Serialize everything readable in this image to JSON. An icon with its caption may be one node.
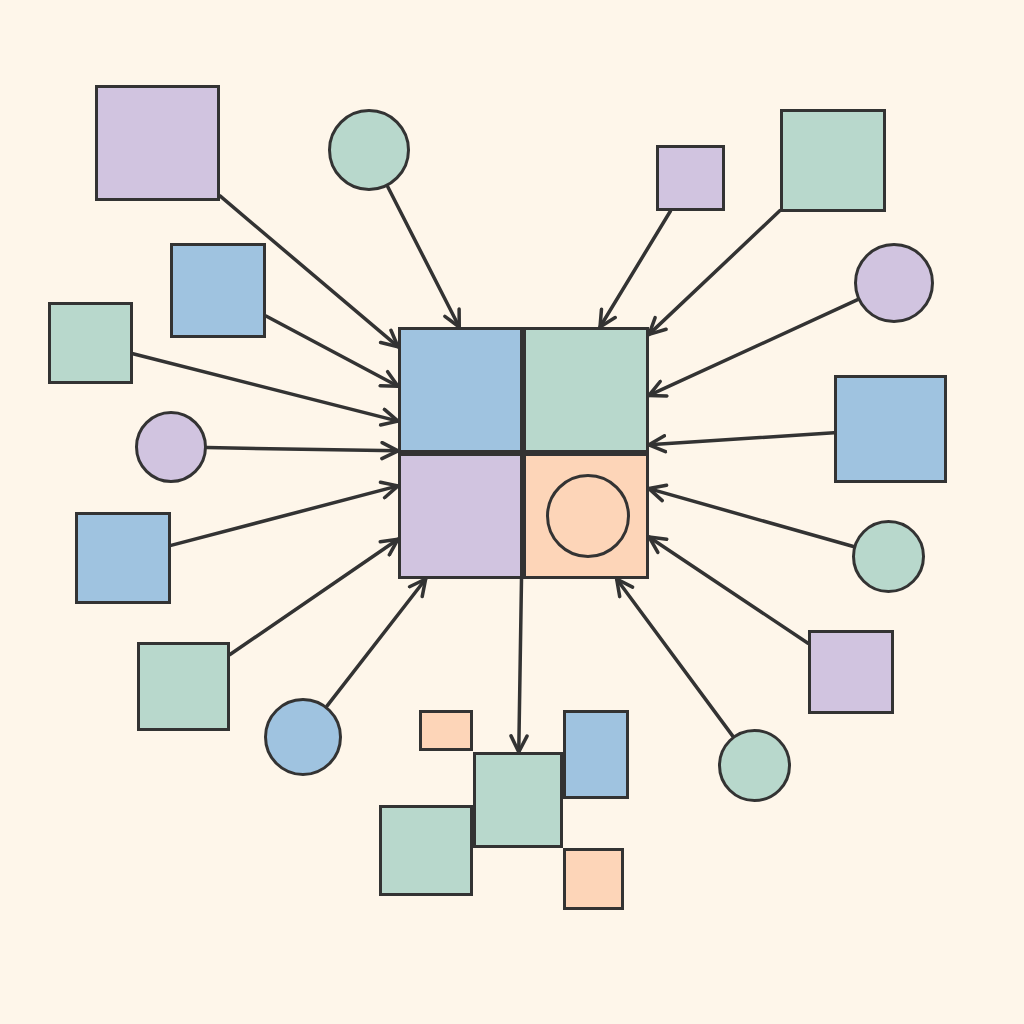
{
  "diagram": {
    "nodes": [
      {
        "text": [],
        "shape": "box"
      },
      {
        "text": [],
        "shape": "circle"
      },
      {
        "text": [],
        "shape": "box"
      },
      {
        "text": [],
        "shape": "box"
      },
      {
        "text": [],
        "shape": "box"
      },
      {
        "text": [],
        "shape": "circle"
      },
      {
        "text": [],
        "shape": "box"
      },
      {
        "text": [],
        "shape": "box"
      },
      {
        "text": [],
        "shape": "box",
        "in": 7
      },
      {
        "text": [],
        "shape": "box",
        "in": 7
      },
      {
        "text": [],
        "shape": "box",
        "in": 7
      },
      {
        "text": [],
        "shape": "box",
        "in": 7
      },
      {
        "text": [],
        "shape": "circle",
        "in": 11
      },
      {
        "text": [],
        "shape": "circle"
      },
      {
        "text": [],
        "shape": "box"
      },
      {
        "text": [],
        "shape": "box"
      },
      {
        "text": [],
        "shape": "circle"
      },
      {
        "text": [],
        "shape": "box"
      },
      {
        "text": [],
        "shape": "box"
      },
      {
        "text": [],
        "shape": "circle"
      },
      {
        "text": [],
        "shape": "circle"
      },
      {
        "text": [],
        "shape": "box"
      },
      {
        "text": [],
        "shape": "box"
      },
      {
        "text": [],
        "shape": "box"
      },
      {
        "text": [],
        "shape": "box"
      },
      {
        "text": [],
        "shape": "box"
      }
    ],
    "edges": [
      {
        "from": 0,
        "to": 7,
        "arrow": "to"
      },
      {
        "from": 1,
        "to": 7,
        "arrow": "to"
      },
      {
        "from": 2,
        "to": 7,
        "arrow": "to"
      },
      {
        "from": 3,
        "to": 7,
        "arrow": "to"
      },
      {
        "from": 4,
        "to": 7,
        "arrow": "to"
      },
      {
        "from": 5,
        "to": 7,
        "arrow": "to"
      },
      {
        "from": 6,
        "to": 7,
        "arrow": "to"
      },
      {
        "from": 13,
        "to": 7,
        "arrow": "to"
      },
      {
        "from": 14,
        "to": 7,
        "arrow": "to"
      },
      {
        "from": 15,
        "to": 7,
        "arrow": "to"
      },
      {
        "from": 16,
        "to": 7,
        "arrow": "to"
      },
      {
        "from": 17,
        "to": 7,
        "arrow": "to"
      },
      {
        "from": 18,
        "to": 7,
        "arrow": "to"
      },
      {
        "from": 19,
        "to": 7,
        "arrow": "to"
      },
      {
        "from": 20,
        "to": 7,
        "arrow": "to"
      },
      {
        "from": 7,
        "to": 23,
        "arrow": "to"
      }
    ]
  }
}
